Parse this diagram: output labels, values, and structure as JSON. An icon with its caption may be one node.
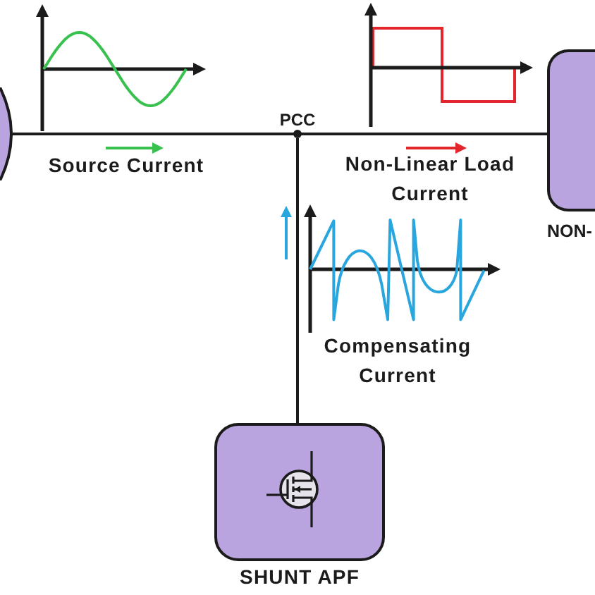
{
  "diagram": {
    "nodes": [
      {
        "text": [],
        "shape": "circle"
      },
      {
        "text": [
          "PCC"
        ]
      },
      {
        "text": [
          "NON-"
        ]
      },
      {
        "text": [
          "SHUNT APF"
        ]
      }
    ],
    "edges": [
      {
        "from": 0,
        "to": 1,
        "arrow": "none"
      },
      {
        "from": 1,
        "to": 2,
        "arrow": "none"
      },
      {
        "from": 1,
        "to": 3,
        "arrow": "none"
      }
    ],
    "labels": [
      "Source Current",
      "Non-Linear Load Current",
      "Compensating Current"
    ]
  }
}
